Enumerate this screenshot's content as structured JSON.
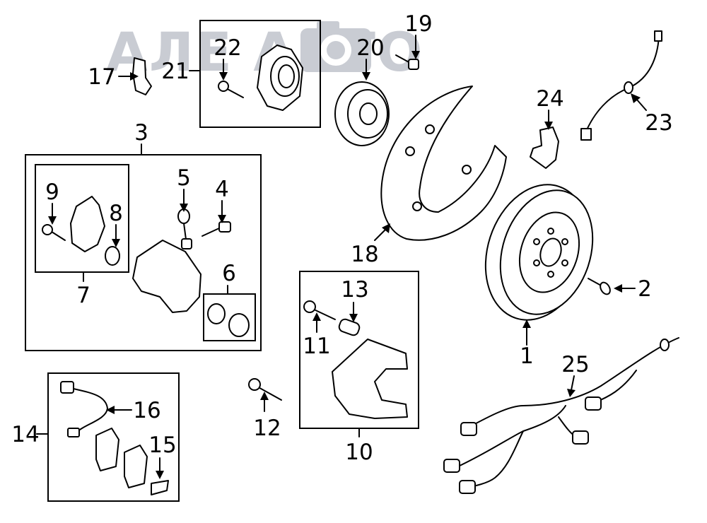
{
  "watermark": "АЛЕ АВТО",
  "callouts": {
    "c1": "1",
    "c2": "2",
    "c3": "3",
    "c4": "4",
    "c5": "5",
    "c6": "6",
    "c7": "7",
    "c8": "8",
    "c9": "9",
    "c10": "10",
    "c11": "11",
    "c12": "12",
    "c13": "13",
    "c14": "14",
    "c15": "15",
    "c16": "16",
    "c17": "17",
    "c18": "18",
    "c19": "19",
    "c20": "20",
    "c21": "21",
    "c22": "22",
    "c23": "23",
    "c24": "24",
    "c25": "25"
  }
}
